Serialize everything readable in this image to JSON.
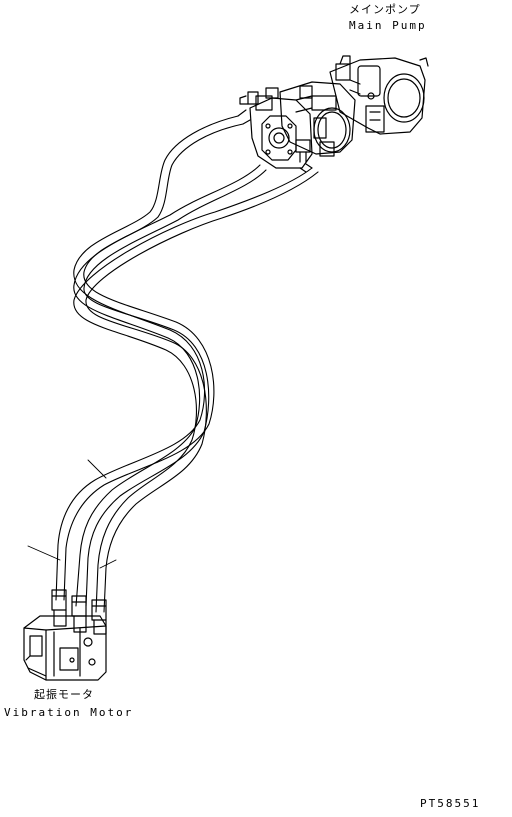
{
  "labels": {
    "main_pump_jp": "メインポンプ",
    "main_pump_en": "Main Pump",
    "vibration_motor_jp": "起振モータ",
    "vibration_motor_en": "Vibration Motor",
    "figure_code": "PT58551"
  },
  "colors": {
    "line": "#000000",
    "background": "#ffffff"
  }
}
